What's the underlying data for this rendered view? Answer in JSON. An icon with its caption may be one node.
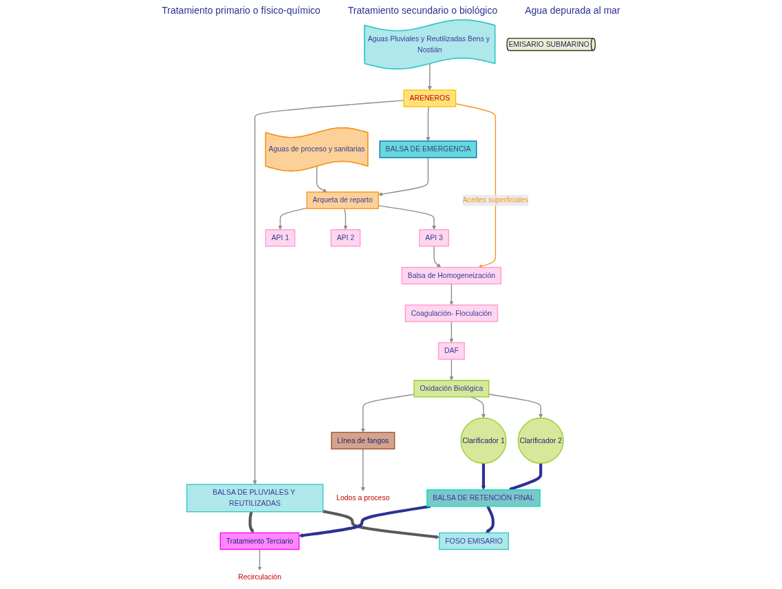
{
  "diagram": {
    "nodes": [
      {
        "text": [
          "Aguas Pluviales y Reutilizadas Bens y Nostián"
        ]
      },
      {
        "text": [
          "ARENEROS"
        ]
      },
      {
        "text": [
          "BALSA DE EMERGENCIA"
        ]
      },
      {
        "text": [
          "BALSA DE PLUVIALES Y REUTILIZADAS"
        ]
      },
      {
        "text": [
          "API 1"
        ]
      },
      {
        "text": [
          "API 2"
        ]
      },
      {
        "text": [
          "API 3"
        ]
      },
      {
        "text": [
          "Arqueta de reparto"
        ]
      },
      {
        "text": [
          "Aguas de proceso y sanitarias"
        ]
      },
      {
        "text": [
          "Balsa de Homogeneización"
        ]
      },
      {
        "text": [
          "Coagulación- Floculación"
        ]
      },
      {
        "text": [
          "DAF"
        ]
      },
      {
        "text": [
          "Oxidación Biológica"
        ]
      },
      {
        "text": [
          "Línea de fangos"
        ]
      },
      {
        "text": [
          "Lodos a proceso"
        ]
      },
      {
        "text": [
          "Clarificador 1"
        ]
      },
      {
        "text": [
          "Clarificador 2"
        ]
      },
      {
        "text": [
          "Tratamiento Terciario"
        ]
      },
      {
        "text": [
          "Recirculación"
        ]
      },
      {
        "text": [
          "BALSA DE RETENCIÓN FINAL"
        ]
      },
      {
        "text": [
          "FOSO EMISARIO"
        ]
      },
      {
        "text": [
          "EMISARIO SUBMARINO"
        ]
      }
    ],
    "edges": [
      {
        "from": 0,
        "to": 1,
        "arrow": "to"
      },
      {
        "from": 1,
        "to": 3,
        "arrow": "to"
      },
      {
        "from": 1,
        "to": 2,
        "arrow": "to"
      },
      {
        "from": 1,
        "to": 9,
        "arrow": "to",
        "label": "Aceites superficiales",
        "color": "#f7941d"
      },
      {
        "from": 2,
        "to": 7,
        "arrow": "to"
      },
      {
        "from": 8,
        "to": 7,
        "arrow": "to"
      },
      {
        "from": 7,
        "to": 4,
        "arrow": "to"
      },
      {
        "from": 7,
        "to": 5,
        "arrow": "to"
      },
      {
        "from": 7,
        "to": 6,
        "arrow": "to"
      },
      {
        "from": 6,
        "to": 9,
        "arrow": "to"
      },
      {
        "from": 9,
        "to": 10,
        "arrow": "to"
      },
      {
        "from": 10,
        "to": 11,
        "arrow": "to"
      },
      {
        "from": 11,
        "to": 12,
        "arrow": "to"
      },
      {
        "from": 12,
        "to": 13,
        "arrow": "to"
      },
      {
        "from": 13,
        "to": 14,
        "arrow": "to"
      },
      {
        "from": 12,
        "to": 15,
        "arrow": "to"
      },
      {
        "from": 12,
        "to": 16,
        "arrow": "to"
      },
      {
        "from": 15,
        "to": 19,
        "arrow": "to",
        "style": "thick",
        "color": "#2e3192"
      },
      {
        "from": 16,
        "to": 19,
        "arrow": "to",
        "style": "thick",
        "color": "#2e3192"
      },
      {
        "from": 3,
        "to": 17,
        "arrow": "to",
        "style": "thick",
        "color": "#595959"
      },
      {
        "from": 3,
        "to": 20,
        "arrow": "to",
        "style": "thick",
        "color": "#595959"
      },
      {
        "from": 19,
        "to": 17,
        "arrow": "to",
        "style": "thick",
        "color": "#2e3192"
      },
      {
        "from": 19,
        "to": 20,
        "arrow": "to",
        "style": "thick",
        "color": "#2e3192"
      },
      {
        "from": 17,
        "to": 18,
        "arrow": "to"
      }
    ],
    "labels": [
      "Tratamiento primario o físico-químico",
      "Tratamiento secundario o biológico",
      "Agua depurada al mar"
    ]
  }
}
